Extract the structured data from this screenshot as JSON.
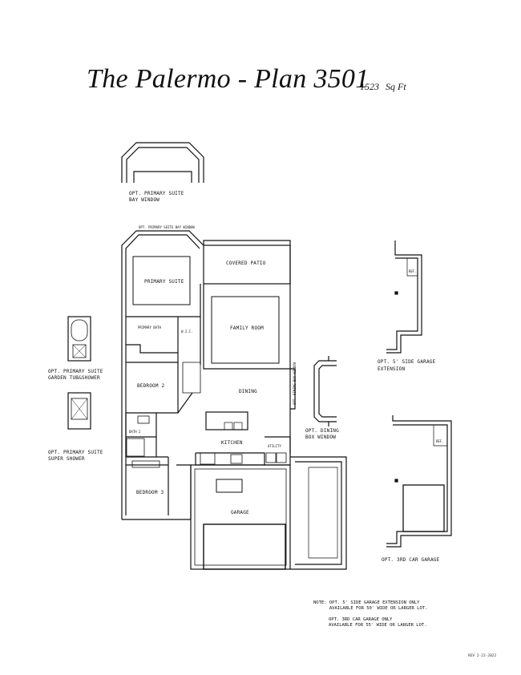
{
  "header": {
    "title": "The Palermo - Plan 3501",
    "sqft_value": "1523",
    "sqft_unit": "Sq Ft"
  },
  "rooms": {
    "primary_suite": "PRIMARY SUITE",
    "covered_patio": "COVERED PATIO",
    "primary_bath": "PRIMARY BATH",
    "wic": "W.I.C.",
    "family_room": "FAMILY ROOM",
    "bedroom2": "BEDROOM 2",
    "dining": "DINING",
    "bath2": "BATH 2",
    "kitchen": "KITCHEN",
    "utility": "UTILITY",
    "bedroom3": "BEDROOM 3",
    "garage": "GARAGE",
    "bay_top_small": "OPT. PRIMARY SUITE BAY WINDOW",
    "dining_side_small": "OPT. DINING BOX WINDOW",
    "side_garage_small": "REF.",
    "third_garage_small": "REF."
  },
  "options": {
    "bay_window_line1": "OPT. PRIMARY SUITE",
    "bay_window_line2": "BAY WINDOW",
    "garden_tub_line1": "OPT. PRIMARY SUITE",
    "garden_tub_line2": "GARDEN TUB&SHOWER",
    "super_shower_line1": "OPT. PRIMARY SUITE",
    "super_shower_line2": "SUPER SHOWER",
    "dining_box_line1": "OPT. DINING",
    "dining_box_line2": "BOX WINDOW",
    "side_garage_line1": "OPT. 5' SIDE GARAGE",
    "side_garage_line2": "EXTENSION",
    "third_car_garage": "OPT. 3RD CAR GARAGE"
  },
  "notes": {
    "note1": "NOTE: OPT. 5' SIDE GARAGE EXTENSION ONLY\n      AVAILABLE FOR 50' WIDE OR LARGER LOT.",
    "note2": "OPT. 3RD CAR GARAGE ONLY\nAVAILABLE FOR 55' WIDE OR LARGER LOT."
  },
  "revision": "REV  2-22-2022"
}
